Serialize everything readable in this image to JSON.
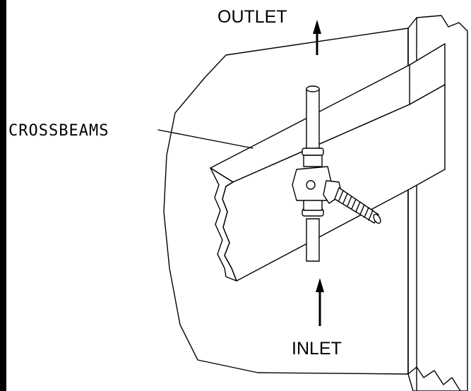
{
  "labels": {
    "outlet": "OUTLET",
    "inlet": "INLET",
    "crossbeams": "CROSSBEAMS"
  },
  "colors": {
    "line": "#000000",
    "background": "#ffffff"
  }
}
